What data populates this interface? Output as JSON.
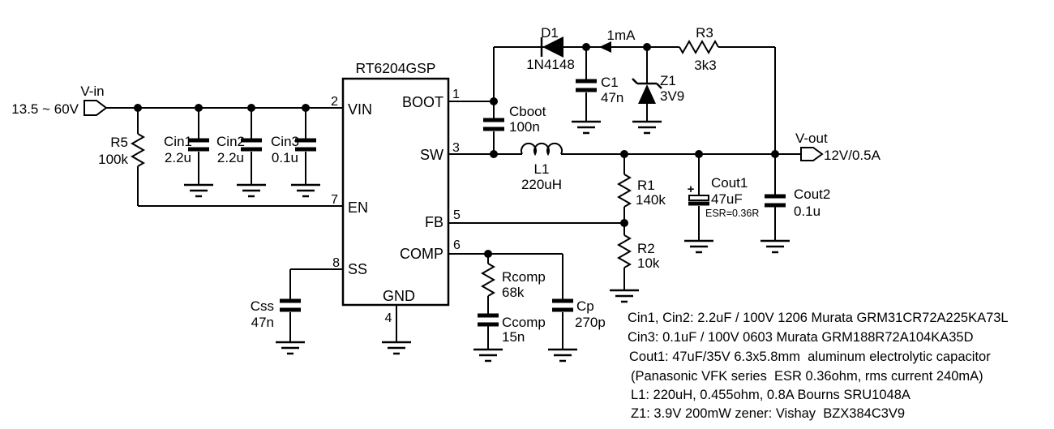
{
  "colors": {
    "background": "#ffffff",
    "ic_fill": "#ffff9c",
    "line": "#000000"
  },
  "input": {
    "label": "V-in",
    "range": "13.5 ~ 60V"
  },
  "output": {
    "label": "V-out",
    "rating": "12V/0.5A"
  },
  "ic": {
    "name": "RT6204GSP",
    "pins": {
      "vin": {
        "num": "2",
        "label": "VIN"
      },
      "en": {
        "num": "7",
        "label": "EN"
      },
      "ss": {
        "num": "8",
        "label": "SS"
      },
      "gnd": {
        "num": "4",
        "label": "GND"
      },
      "boot": {
        "num": "1",
        "label": "BOOT"
      },
      "sw": {
        "num": "3",
        "label": "SW"
      },
      "fb": {
        "num": "5",
        "label": "FB"
      },
      "comp": {
        "num": "6",
        "label": "COMP"
      }
    }
  },
  "components": {
    "r5": {
      "ref": "R5",
      "value": "100k"
    },
    "cin1": {
      "ref": "Cin1",
      "value": "2.2u"
    },
    "cin2": {
      "ref": "Cin2",
      "value": "2.2u"
    },
    "cin3": {
      "ref": "Cin3",
      "value": "0.1u"
    },
    "css": {
      "ref": "Css",
      "value": "47n"
    },
    "cboot": {
      "ref": "Cboot",
      "value": "100n"
    },
    "d1": {
      "ref": "D1",
      "value": "1N4148"
    },
    "c1": {
      "ref": "C1",
      "value": "47n"
    },
    "z1": {
      "ref": "Z1",
      "value": "3V9"
    },
    "r3": {
      "ref": "R3",
      "value": "3k3"
    },
    "l1": {
      "ref": "L1",
      "value": "220uH"
    },
    "r1": {
      "ref": "R1",
      "value": "140k"
    },
    "r2": {
      "ref": "R2",
      "value": "10k"
    },
    "cout1": {
      "ref": "Cout1",
      "value": "47uF",
      "note": "ESR=0.36R",
      "polarity": "+"
    },
    "cout2": {
      "ref": "Cout2",
      "value": "0.1u"
    },
    "rcomp": {
      "ref": "Rcomp",
      "value": "68k"
    },
    "ccomp": {
      "ref": "Ccomp",
      "value": "15n"
    },
    "cp": {
      "ref": "Cp",
      "value": "270p"
    }
  },
  "annotations": {
    "current": "1mA"
  },
  "notes": {
    "lines": [
      "Cin1, Cin2: 2.2uF / 100V 1206 Murata GRM31CR72A225KA73L",
      "Cin3: 0.1uF / 100V 0603 Murata GRM188R72A104KA35D",
      "Cout1: 47uF/35V 6.3x5.8mm  aluminum electrolytic capacitor",
      "(Panasonic VFK series  ESR 0.36ohm, rms current 240mA)",
      "L1: 220uH, 0.455ohm, 0.8A Bourns SRU1048A",
      "Z1: 3.9V 200mW zener: Vishay  BZX384C3V9"
    ]
  }
}
